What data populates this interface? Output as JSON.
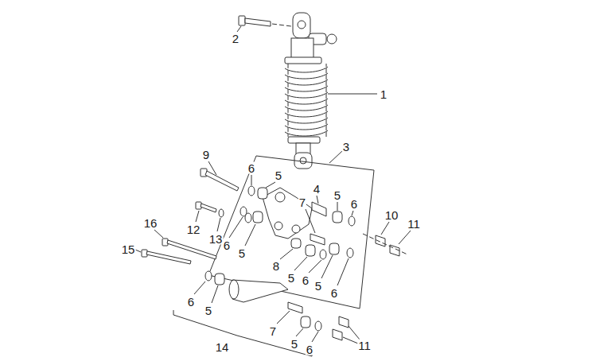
{
  "diagram": {
    "labels": [
      "2",
      "1",
      "3",
      "9",
      "6",
      "5",
      "4",
      "5",
      "6",
      "7",
      "16",
      "12",
      "13",
      "6",
      "10",
      "11",
      "15",
      "5",
      "8",
      "5",
      "6",
      "5",
      "6",
      "6",
      "5",
      "7",
      "14",
      "5",
      "6",
      "11"
    ]
  }
}
